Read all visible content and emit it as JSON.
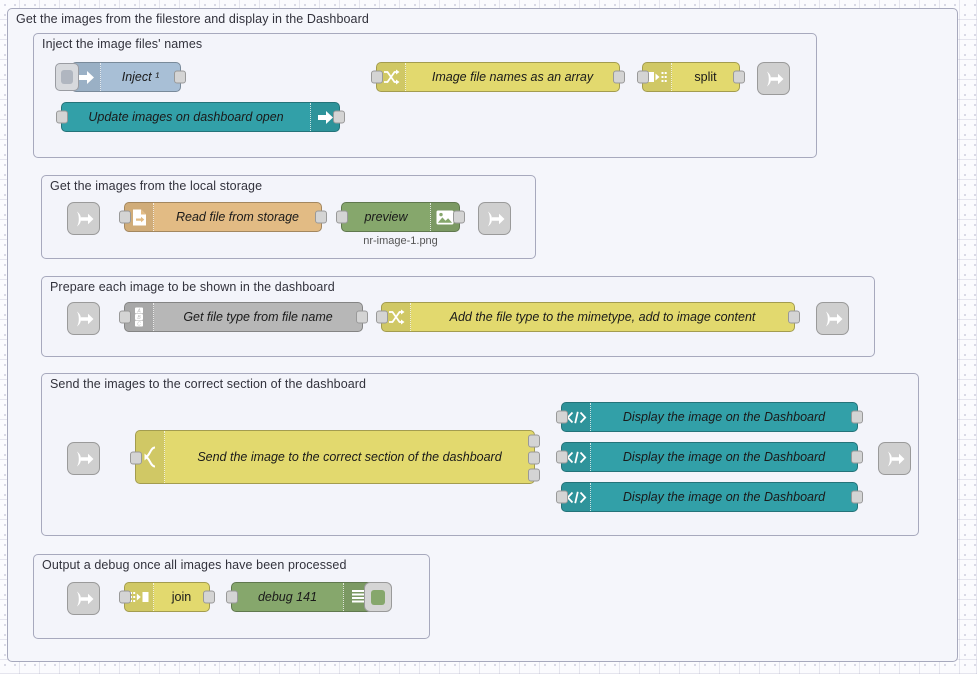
{
  "editor": {
    "app": "Node-RED flow editor",
    "canvas_name": "flow-canvas"
  },
  "groups": [
    {
      "id": "outer",
      "label": "Get the images from the filestore and display in the Dashboard"
    },
    {
      "id": "inject",
      "label": "Inject the image files' names"
    },
    {
      "id": "read",
      "label": "Get the images from the local storage"
    },
    {
      "id": "prep",
      "label": "Prepare each image to be shown in the dashboard"
    },
    {
      "id": "send",
      "label": "Send the images to the correct section of the dashboard"
    },
    {
      "id": "debug",
      "label": "Output a debug once all images have been processed"
    }
  ],
  "nodes": {
    "inject_1": {
      "label": "Inject ¹",
      "type": "inject",
      "color": "#a8bfd6",
      "icon": "inject-arrow-icon"
    },
    "update_images": {
      "label": "Update images on dashboard open",
      "type": "ui-control",
      "color": "#32a0a8",
      "icon": "inject-arrow-icon"
    },
    "image_names": {
      "label": "Image file names as an array",
      "type": "change",
      "color": "#e2d96e",
      "icon": "shuffle-icon"
    },
    "split": {
      "label": "split",
      "type": "split",
      "color": "#e2d96e",
      "icon": "split-icon"
    },
    "read_file": {
      "label": "Read file from storage",
      "type": "file-in",
      "color": "#e2bb84",
      "icon": "file-icon"
    },
    "preview": {
      "label": "preview",
      "sublabel": "nr-image-1.png",
      "type": "image-preview",
      "color": "#86a76c",
      "icon": "image-icon"
    },
    "get_file_type": {
      "label": "Get file type from file name",
      "type": "change",
      "color": "#b7b7b7",
      "icon": "abc-icon"
    },
    "add_mimetype": {
      "label": "Add the file type to the mimetype, add to image content",
      "type": "change",
      "color": "#e2d96e",
      "icon": "shuffle-icon"
    },
    "send_switch": {
      "label": "Send the image to the correct section of the dashboard",
      "type": "switch",
      "color": "#e2d96e",
      "icon": "switch-branch-icon"
    },
    "display_1": {
      "label": "Display the image on the Dashboard",
      "type": "ui-template",
      "color": "#32a0a8",
      "icon": "code-tag-icon"
    },
    "display_2": {
      "label": "Display the image on the Dashboard",
      "type": "ui-template",
      "color": "#32a0a8",
      "icon": "code-tag-icon"
    },
    "display_3": {
      "label": "Display the image on the Dashboard",
      "type": "ui-template",
      "color": "#32a0a8",
      "icon": "code-tag-icon"
    },
    "join": {
      "label": "join",
      "type": "join",
      "color": "#e2d96e",
      "icon": "join-icon"
    },
    "debug_141": {
      "label": "debug 141",
      "type": "debug",
      "color": "#86a76c",
      "icon": "debug-lines-icon"
    }
  },
  "link_nodes": {
    "link_out_1": {
      "icon": "link-out-icon"
    },
    "link_in_2": {
      "icon": "link-in-icon"
    },
    "link_out_2": {
      "icon": "link-out-icon"
    },
    "link_in_3": {
      "icon": "link-in-icon"
    },
    "link_out_3": {
      "icon": "link-out-icon"
    },
    "link_in_4": {
      "icon": "link-in-icon"
    },
    "link_out_4": {
      "icon": "link-out-icon"
    },
    "link_in_5": {
      "icon": "link-in-icon"
    }
  },
  "palette": {
    "group_border": "#a7a9bd",
    "group_fill": "#f3f4fa",
    "wire": "#a9a9a9",
    "yellow": "#e2d96e",
    "teal": "#32a0a8",
    "green": "#86a76c",
    "orange": "#e2bb84",
    "grey": "#b7b7b7",
    "inject_blue": "#a8bfd6",
    "canvas": "#fbfbfe"
  }
}
